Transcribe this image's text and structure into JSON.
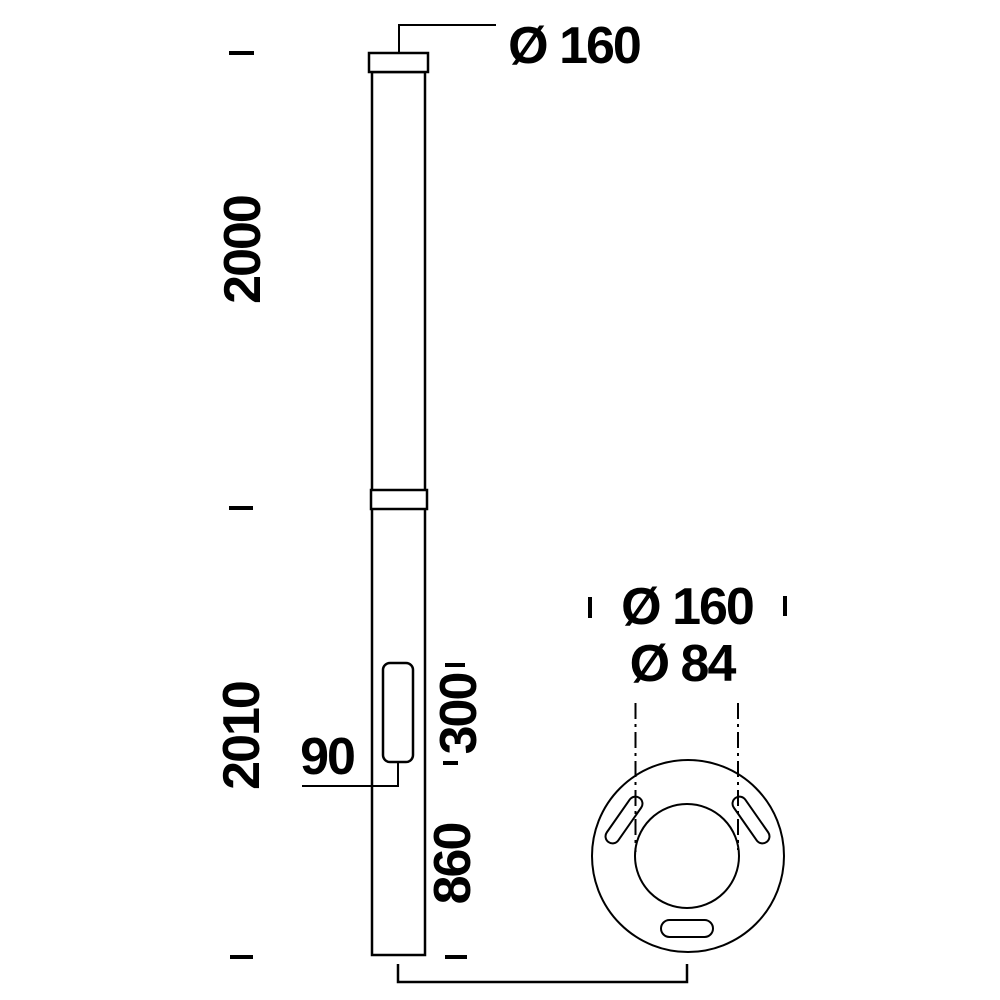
{
  "drawing": {
    "kind": "technical-dimension-drawing",
    "colors": {
      "line": "#000000",
      "background": "#ffffff"
    },
    "side_view": {
      "top_diameter": "Ø 160",
      "upper_section_length": "2000",
      "lower_section_length": "2010",
      "door_width": "90",
      "door_section_height": "300",
      "base_section_height": "860"
    },
    "base_view": {
      "outer_diameter": "Ø 160",
      "bolt_circle_diameter": "Ø 84"
    }
  }
}
